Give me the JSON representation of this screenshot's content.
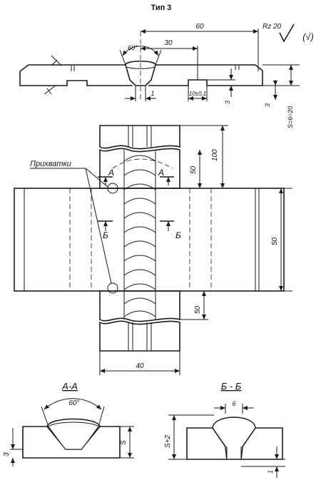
{
  "title": "Тип 3",
  "top_view": {
    "dim_60": "60",
    "dim_30": "30",
    "angle_60": "60°",
    "roughness": "Rz 20",
    "roughness_paren": "(√)",
    "dim_1": "1",
    "dim_10": "10±0,1",
    "dim_3_a": "3",
    "dim_3_b": "3",
    "dim_s": "S=6÷20"
  },
  "plan_view": {
    "tack_label": "Прихватки",
    "section_a_left": "А",
    "section_a_right": "А",
    "section_b_left": "Б",
    "section_b_right": "Б",
    "dim_100": "100",
    "dim_50_top": "50",
    "dim_50_right": "50",
    "dim_50_bottom": "50",
    "dim_40": "40"
  },
  "section_aa": {
    "label": "А-А",
    "angle": "60°",
    "dim_3": "3",
    "dim_s": "S"
  },
  "section_bb": {
    "label": "Б - Б",
    "dim_6": "6",
    "dim_s2": "S+2",
    "dim_1": "1"
  }
}
